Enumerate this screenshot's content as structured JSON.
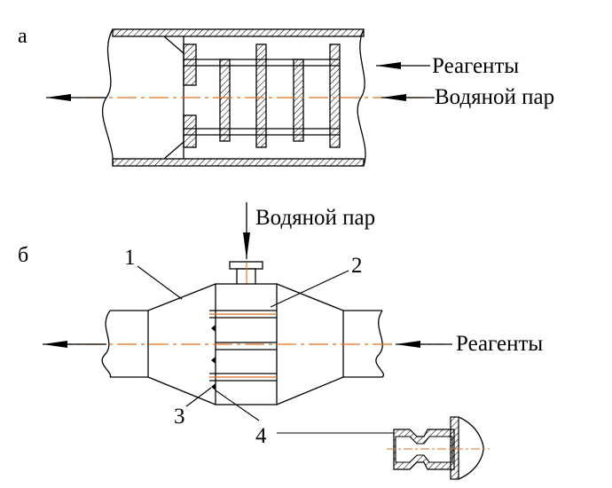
{
  "figure_a": {
    "label": "а",
    "inlet_reagents": "Реагенты",
    "inlet_steam": "Водяной пар"
  },
  "figure_b": {
    "label": "б",
    "inlet_steam": "Водяной пар",
    "inlet_reagents": "Реагенты",
    "callouts": [
      "1",
      "2",
      "3",
      "4"
    ]
  },
  "colors": {
    "line": "#000000",
    "axis": "#e07020",
    "flange_hatch": "#000000"
  }
}
